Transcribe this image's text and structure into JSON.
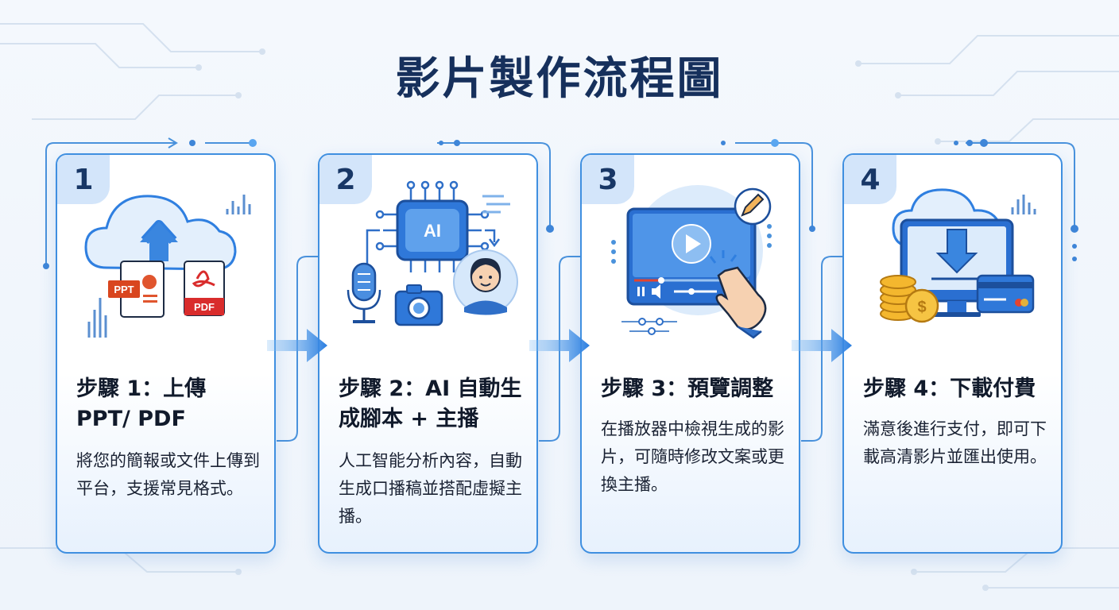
{
  "title": "影片製作流程圖",
  "steps": [
    {
      "number": "1",
      "title": "步驟 1：上傳 PPT/ PDF",
      "description": "將您的簡報或文件上傳到平台，支援常見格式。",
      "icon_labels": {
        "ppt": "PPT",
        "pdf": "PDF"
      }
    },
    {
      "number": "2",
      "title": "步驟 2：AI 自動生成腳本 + 主播",
      "description": "人工智能分析內容，自動生成口播稿並搭配虛擬主播。",
      "icon_labels": {
        "chip": "AI"
      }
    },
    {
      "number": "3",
      "title": "步驟 3：預覽調整",
      "description": "在播放器中檢視生成的影片，可隨時修改文案或更換主播。"
    },
    {
      "number": "4",
      "title": "步驟 4：下載付費",
      "description": "滿意後進行支付，即可下載高清影片並匯出使用。"
    }
  ],
  "colors": {
    "accent": "#2f7fe0",
    "border": "#3f8fe0",
    "title": "#16305c",
    "badge_bg": "#d3e5fa"
  }
}
